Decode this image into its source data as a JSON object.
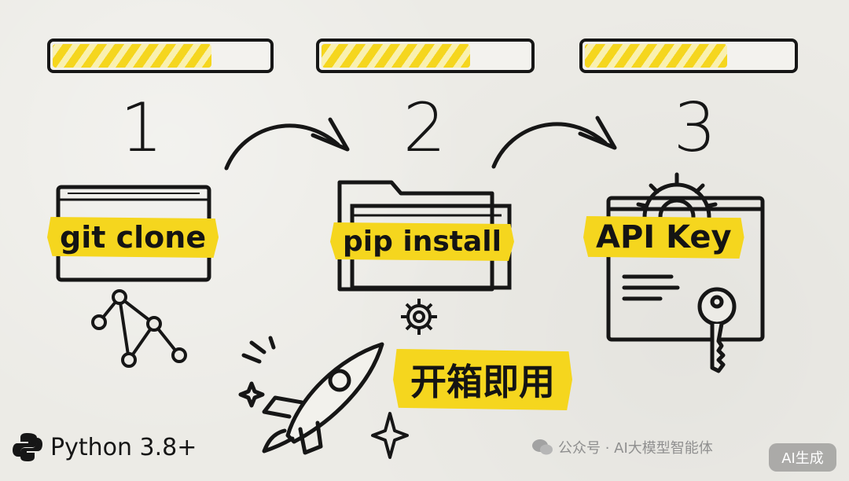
{
  "steps": [
    {
      "number": "1",
      "label": "git clone",
      "progress_percent": 72
    },
    {
      "number": "2",
      "label": "pip install",
      "progress_percent": 70
    },
    {
      "number": "3",
      "label": "API Key",
      "progress_percent": 67
    }
  ],
  "highlight": {
    "label": "开箱即用"
  },
  "footer": {
    "label": "Python 3.8+",
    "icon": "python-logo-icon"
  },
  "watermark": {
    "label": "公众号 · AI大模型智能体",
    "icon": "wechat-icon"
  },
  "badge": {
    "label": "AI生成"
  },
  "colors": {
    "accent": "#f5d61e",
    "ink": "#161616",
    "paper": "#ecebe6"
  }
}
